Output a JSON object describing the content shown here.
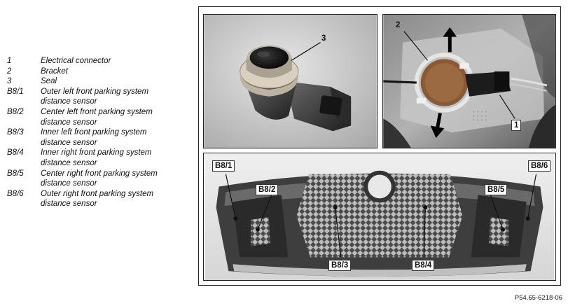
{
  "legend": [
    {
      "code": "1",
      "lines": [
        "Electrical connector"
      ]
    },
    {
      "code": "2",
      "lines": [
        "Bracket"
      ]
    },
    {
      "code": "3",
      "lines": [
        "Seal"
      ]
    },
    {
      "code": "B8/1",
      "lines": [
        "Outer left front parking system",
        "distance sensor"
      ]
    },
    {
      "code": "B8/2",
      "lines": [
        "Center left front parking system",
        "distance sensor"
      ]
    },
    {
      "code": "B8/3",
      "lines": [
        "Inner left front parking system",
        "distance sensor"
      ]
    },
    {
      "code": "B8/4",
      "lines": [
        "Inner right front parking system",
        "distance sensor"
      ]
    },
    {
      "code": "B8/5",
      "lines": [
        "Center right front parking system",
        "distance sensor"
      ]
    },
    {
      "code": "B8/6",
      "lines": [
        "Outer right front parking system",
        "distance sensor"
      ]
    }
  ],
  "callouts": {
    "c1": "1",
    "c2": "2",
    "c3": "3",
    "b81": "B8/1",
    "b82": "B8/2",
    "b83": "B8/3",
    "b84": "B8/4",
    "b85": "B8/5",
    "b86": "B8/6"
  },
  "figure_code": "P54.65-6218-06"
}
